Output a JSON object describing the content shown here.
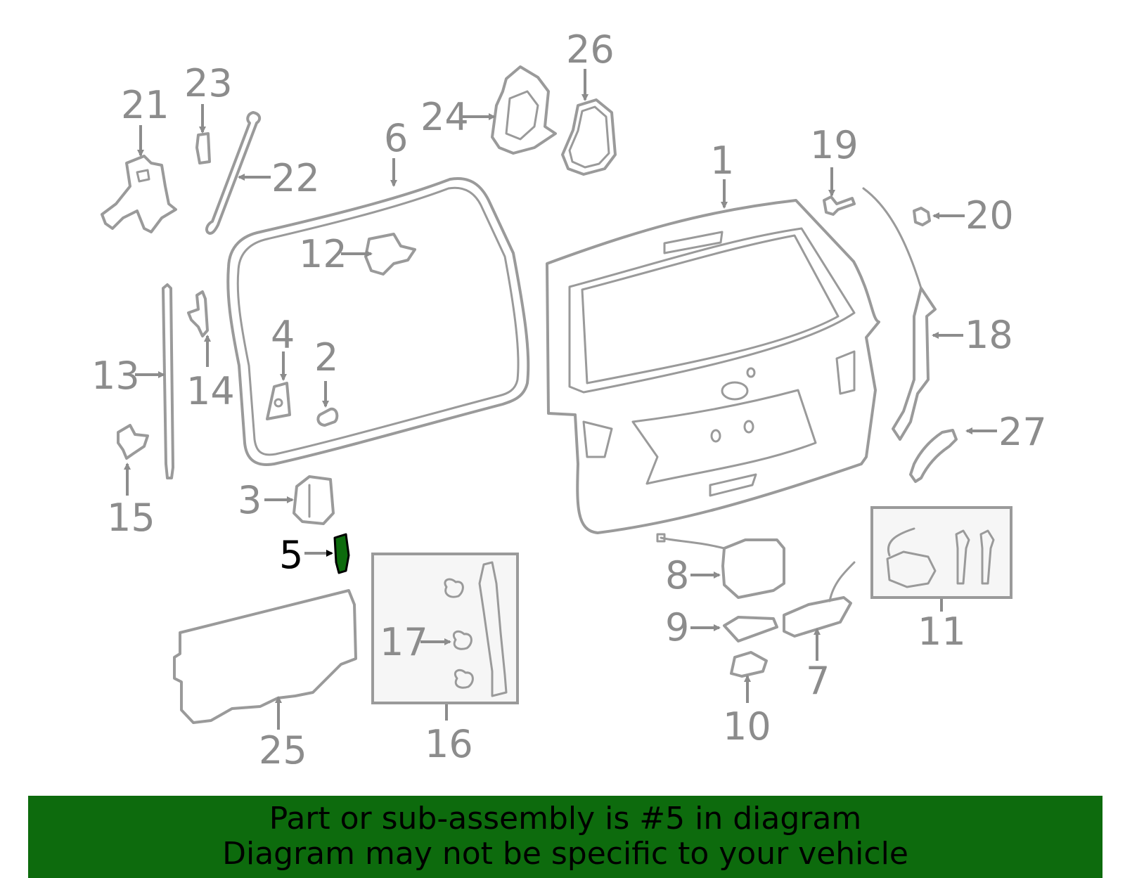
{
  "diagram": {
    "highlighted_part": "5",
    "highlight_color": "#0d6b0d",
    "part_color": "#9a9a9a",
    "callouts": [
      "1",
      "2",
      "3",
      "4",
      "5",
      "6",
      "7",
      "8",
      "9",
      "10",
      "11",
      "12",
      "13",
      "14",
      "15",
      "16",
      "17",
      "18",
      "19",
      "20",
      "21",
      "22",
      "23",
      "24",
      "25",
      "26",
      "27"
    ]
  },
  "banner": {
    "line1": "Part or sub-assembly is #5 in diagram",
    "line2": "Diagram may not be specific to your vehicle",
    "background": "#0d6b0d"
  }
}
